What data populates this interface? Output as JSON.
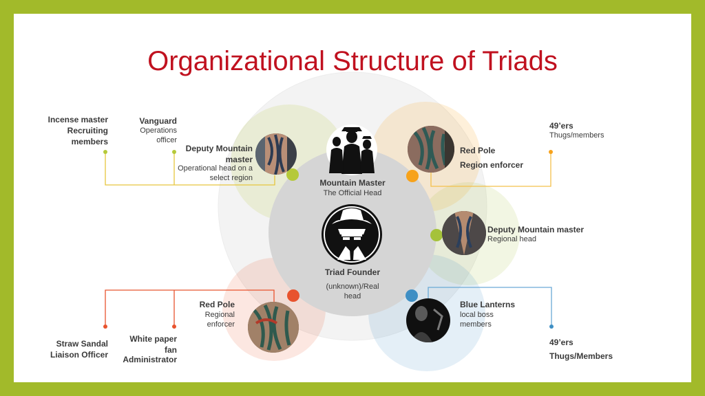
{
  "title": "Organizational Structure of Triads",
  "colors": {
    "frame": "#a2ba2a",
    "title": "#c0111f",
    "yellow_green": "#b5c939",
    "orange": "#f7a21a",
    "green": "#a5c23a",
    "red": "#e8532e",
    "blue": "#3f8fc4",
    "yellow_line": "#e6c53d"
  },
  "center": {
    "head_name": "Mountain Master",
    "head_desc": "The Official Head",
    "founder_name": "Triad Founder",
    "founder_desc": "(unknown)/Real head"
  },
  "nodes": {
    "top_left": {
      "title": "Deputy Mountain master",
      "desc": "Operational head on a select region",
      "branch_a": {
        "title": "Incense master",
        "desc": "Recruiting members"
      },
      "branch_b": {
        "title": "Vanguard",
        "desc": "Operations officer"
      }
    },
    "top_right": {
      "title": "Red Pole",
      "desc": "Region enforcer",
      "branch": {
        "title": "49’ers",
        "desc": "Thugs/members"
      }
    },
    "right": {
      "title": "Deputy Mountain master",
      "desc": "Regional head"
    },
    "bottom_left": {
      "title": "Red Pole",
      "desc": "Regional enforcer",
      "branch_a": {
        "title": "Straw Sandal",
        "desc": "Liaison Officer"
      },
      "branch_b": {
        "title": "White paper fan",
        "desc": "Administrator"
      }
    },
    "bottom_right": {
      "title": "Blue Lanterns",
      "desc": "local boss members",
      "branch": {
        "title": "49’ers",
        "desc": "Thugs/Members"
      }
    }
  },
  "icons": {
    "top_left_photo": "tattooed-person-photo",
    "top_right_photo": "tattooed-arm-photo",
    "right_photo": "tattooed-chest-photo",
    "bottom_left_photo": "tattooed-arm-photo",
    "bottom_right_photo": "dark-figure-photo",
    "head": "silhouette-group-icon",
    "founder": "hat-man-icon"
  }
}
